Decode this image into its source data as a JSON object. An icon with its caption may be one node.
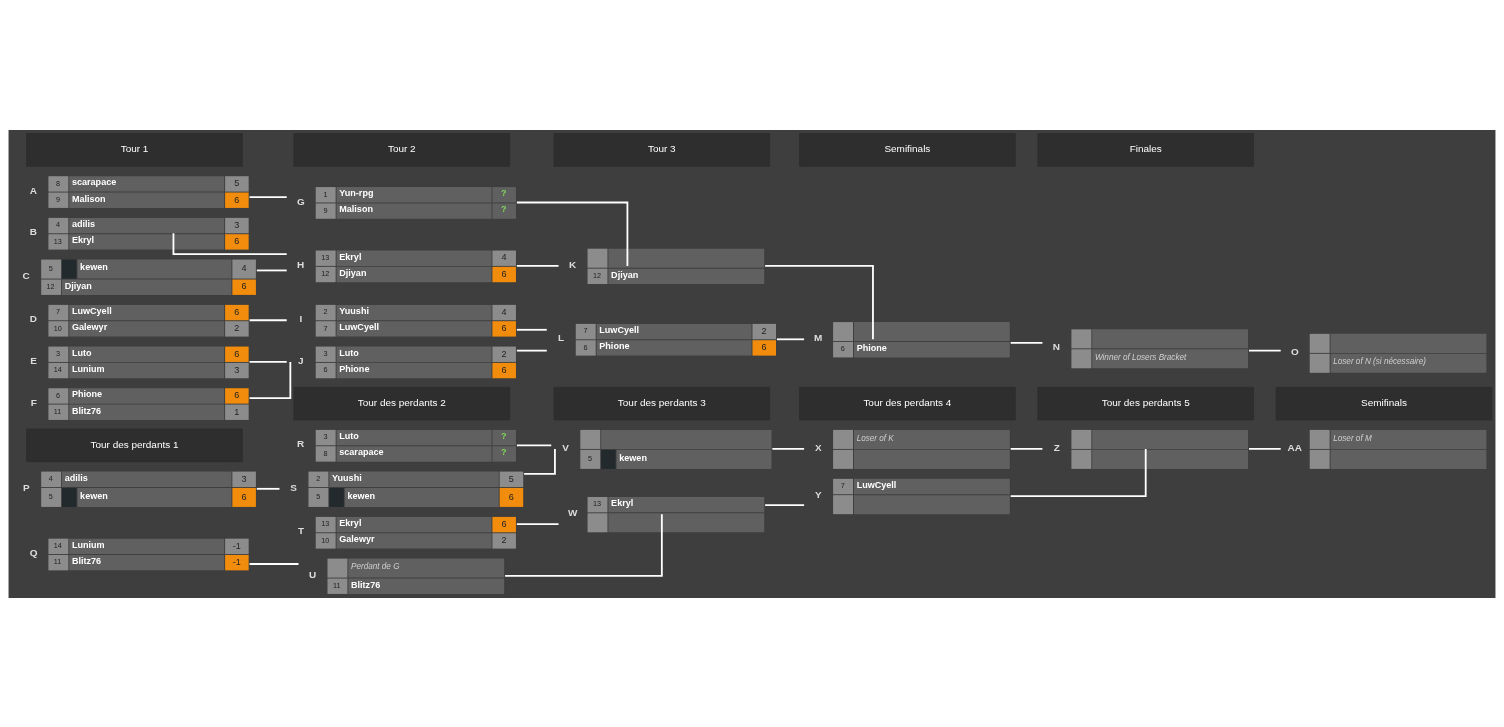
{
  "diagram": {
    "nodes": [
      {
        "text": [
          "8",
          "scarapace",
          "5",
          "9",
          "Malison",
          "6"
        ],
        "beside": [
          "A"
        ]
      },
      {
        "text": [
          "4",
          "adilis",
          "3",
          "13",
          "Ekryl",
          "6"
        ],
        "beside": [
          "B"
        ]
      },
      {
        "text": [
          "5",
          "kewen",
          "4",
          "12",
          "Djiyan",
          "6"
        ],
        "beside": [
          "C"
        ]
      },
      {
        "text": [
          "7",
          "LuwCyell",
          "6",
          "10",
          "Galewyr",
          "2"
        ],
        "beside": [
          "D"
        ]
      },
      {
        "text": [
          "3",
          "Luto",
          "6",
          "14",
          "Lunium",
          "3"
        ],
        "beside": [
          "E"
        ]
      },
      {
        "text": [
          "6",
          "Phione",
          "6",
          "11",
          "Blitz76",
          "1"
        ],
        "beside": [
          "F"
        ]
      },
      {
        "text": [
          "1",
          "Yun-rpg",
          "?",
          "9",
          "Malison",
          "?"
        ],
        "beside": [
          "G"
        ]
      },
      {
        "text": [
          "13",
          "Ekryl",
          "4",
          "12",
          "Djiyan",
          "6"
        ],
        "beside": [
          "H"
        ]
      },
      {
        "text": [
          "2",
          "Yuushi",
          "4",
          "7",
          "LuwCyell",
          "6"
        ],
        "beside": [
          "I"
        ]
      },
      {
        "text": [
          "3",
          "Luto",
          "2",
          "6",
          "Phione",
          "6"
        ],
        "beside": [
          "J"
        ]
      },
      {
        "text": [
          "12",
          "Djiyan"
        ],
        "beside": [
          "K"
        ]
      },
      {
        "text": [
          "7",
          "LuwCyell",
          "2",
          "6",
          "Phione",
          "6"
        ],
        "beside": [
          "L"
        ]
      },
      {
        "text": [
          "6",
          "Phione"
        ],
        "beside": [
          "M"
        ]
      },
      {
        "text": [
          "Winner of Losers Bracket"
        ],
        "beside": [
          "N"
        ]
      },
      {
        "text": [
          "Loser of N (si nécessaire)"
        ],
        "beside": [
          "O"
        ]
      },
      {
        "text": [
          "4",
          "adilis",
          "3",
          "5",
          "kewen",
          "6"
        ],
        "beside": [
          "P"
        ]
      },
      {
        "text": [
          "14",
          "Lunium",
          "-1",
          "11",
          "Blitz76",
          "-1"
        ],
        "beside": [
          "Q"
        ]
      },
      {
        "text": [
          "3",
          "Luto",
          "?",
          "8",
          "scarapace",
          "?"
        ],
        "beside": [
          "R"
        ]
      },
      {
        "text": [
          "2",
          "Yuushi",
          "5",
          "5",
          "kewen",
          "6"
        ],
        "beside": [
          "S"
        ]
      },
      {
        "text": [
          "13",
          "Ekryl",
          "6",
          "10",
          "Galewyr",
          "2"
        ],
        "beside": [
          "T"
        ]
      },
      {
        "text": [
          "Perdant de G",
          "11",
          "Blitz76"
        ],
        "beside": [
          "U"
        ]
      },
      {
        "text": [
          "5",
          "kewen"
        ],
        "beside": [
          "V"
        ]
      },
      {
        "text": [
          "13",
          "Ekryl"
        ],
        "beside": [
          "W"
        ]
      },
      {
        "text": [
          "Loser of K"
        ],
        "beside": [
          "X"
        ]
      },
      {
        "text": [
          "7",
          "LuwCyell"
        ],
        "beside": [
          "Y"
        ]
      },
      {
        "text": [],
        "shape": "box",
        "beside": [
          "Z"
        ]
      },
      {
        "text": [
          "Loser of M"
        ],
        "beside": [
          "AA"
        ]
      }
    ],
    "edges": [
      {
        "from": 0,
        "to": 6,
        "arrow": "none"
      },
      {
        "from": 1,
        "to": 7,
        "arrow": "none"
      },
      {
        "from": 2,
        "to": 7,
        "arrow": "none"
      },
      {
        "from": 3,
        "to": 8,
        "arrow": "none"
      },
      {
        "from": 4,
        "to": 9,
        "arrow": "none"
      },
      {
        "from": 5,
        "to": 9,
        "arrow": "none"
      },
      {
        "from": 6,
        "to": 10,
        "arrow": "none"
      },
      {
        "from": 7,
        "to": 10,
        "arrow": "none"
      },
      {
        "from": 8,
        "to": 11,
        "arrow": "none"
      },
      {
        "from": 9,
        "to": 11,
        "arrow": "none"
      },
      {
        "from": 10,
        "to": 12,
        "arrow": "none"
      },
      {
        "from": 11,
        "to": 12,
        "arrow": "none"
      },
      {
        "from": 12,
        "to": 13,
        "arrow": "none"
      },
      {
        "from": 13,
        "to": 14,
        "arrow": "none"
      },
      {
        "from": 15,
        "to": 18,
        "arrow": "none"
      },
      {
        "from": 16,
        "to": 20,
        "arrow": "none"
      },
      {
        "from": 17,
        "to": 21,
        "arrow": "none"
      },
      {
        "from": 18,
        "to": 21,
        "arrow": "none"
      },
      {
        "from": 19,
        "to": 22,
        "arrow": "none"
      },
      {
        "from": 20,
        "to": 22,
        "arrow": "none"
      },
      {
        "from": 21,
        "to": 23,
        "arrow": "none"
      },
      {
        "from": 22,
        "to": 24,
        "arrow": "none"
      },
      {
        "from": 23,
        "to": 25,
        "arrow": "none"
      },
      {
        "from": 24,
        "to": 25,
        "arrow": "none"
      },
      {
        "from": 25,
        "to": 26,
        "arrow": "none"
      }
    ],
    "labels": [
      "Tour 1",
      "Tour 2",
      "Tour 3",
      "Semifinals",
      "Finales",
      "Tour des perdants 1",
      "Tour des perdants 2",
      "Tour des perdants 3",
      "Tour des perdants 4",
      "Tour des perdants 5",
      "Semifinals"
    ]
  }
}
